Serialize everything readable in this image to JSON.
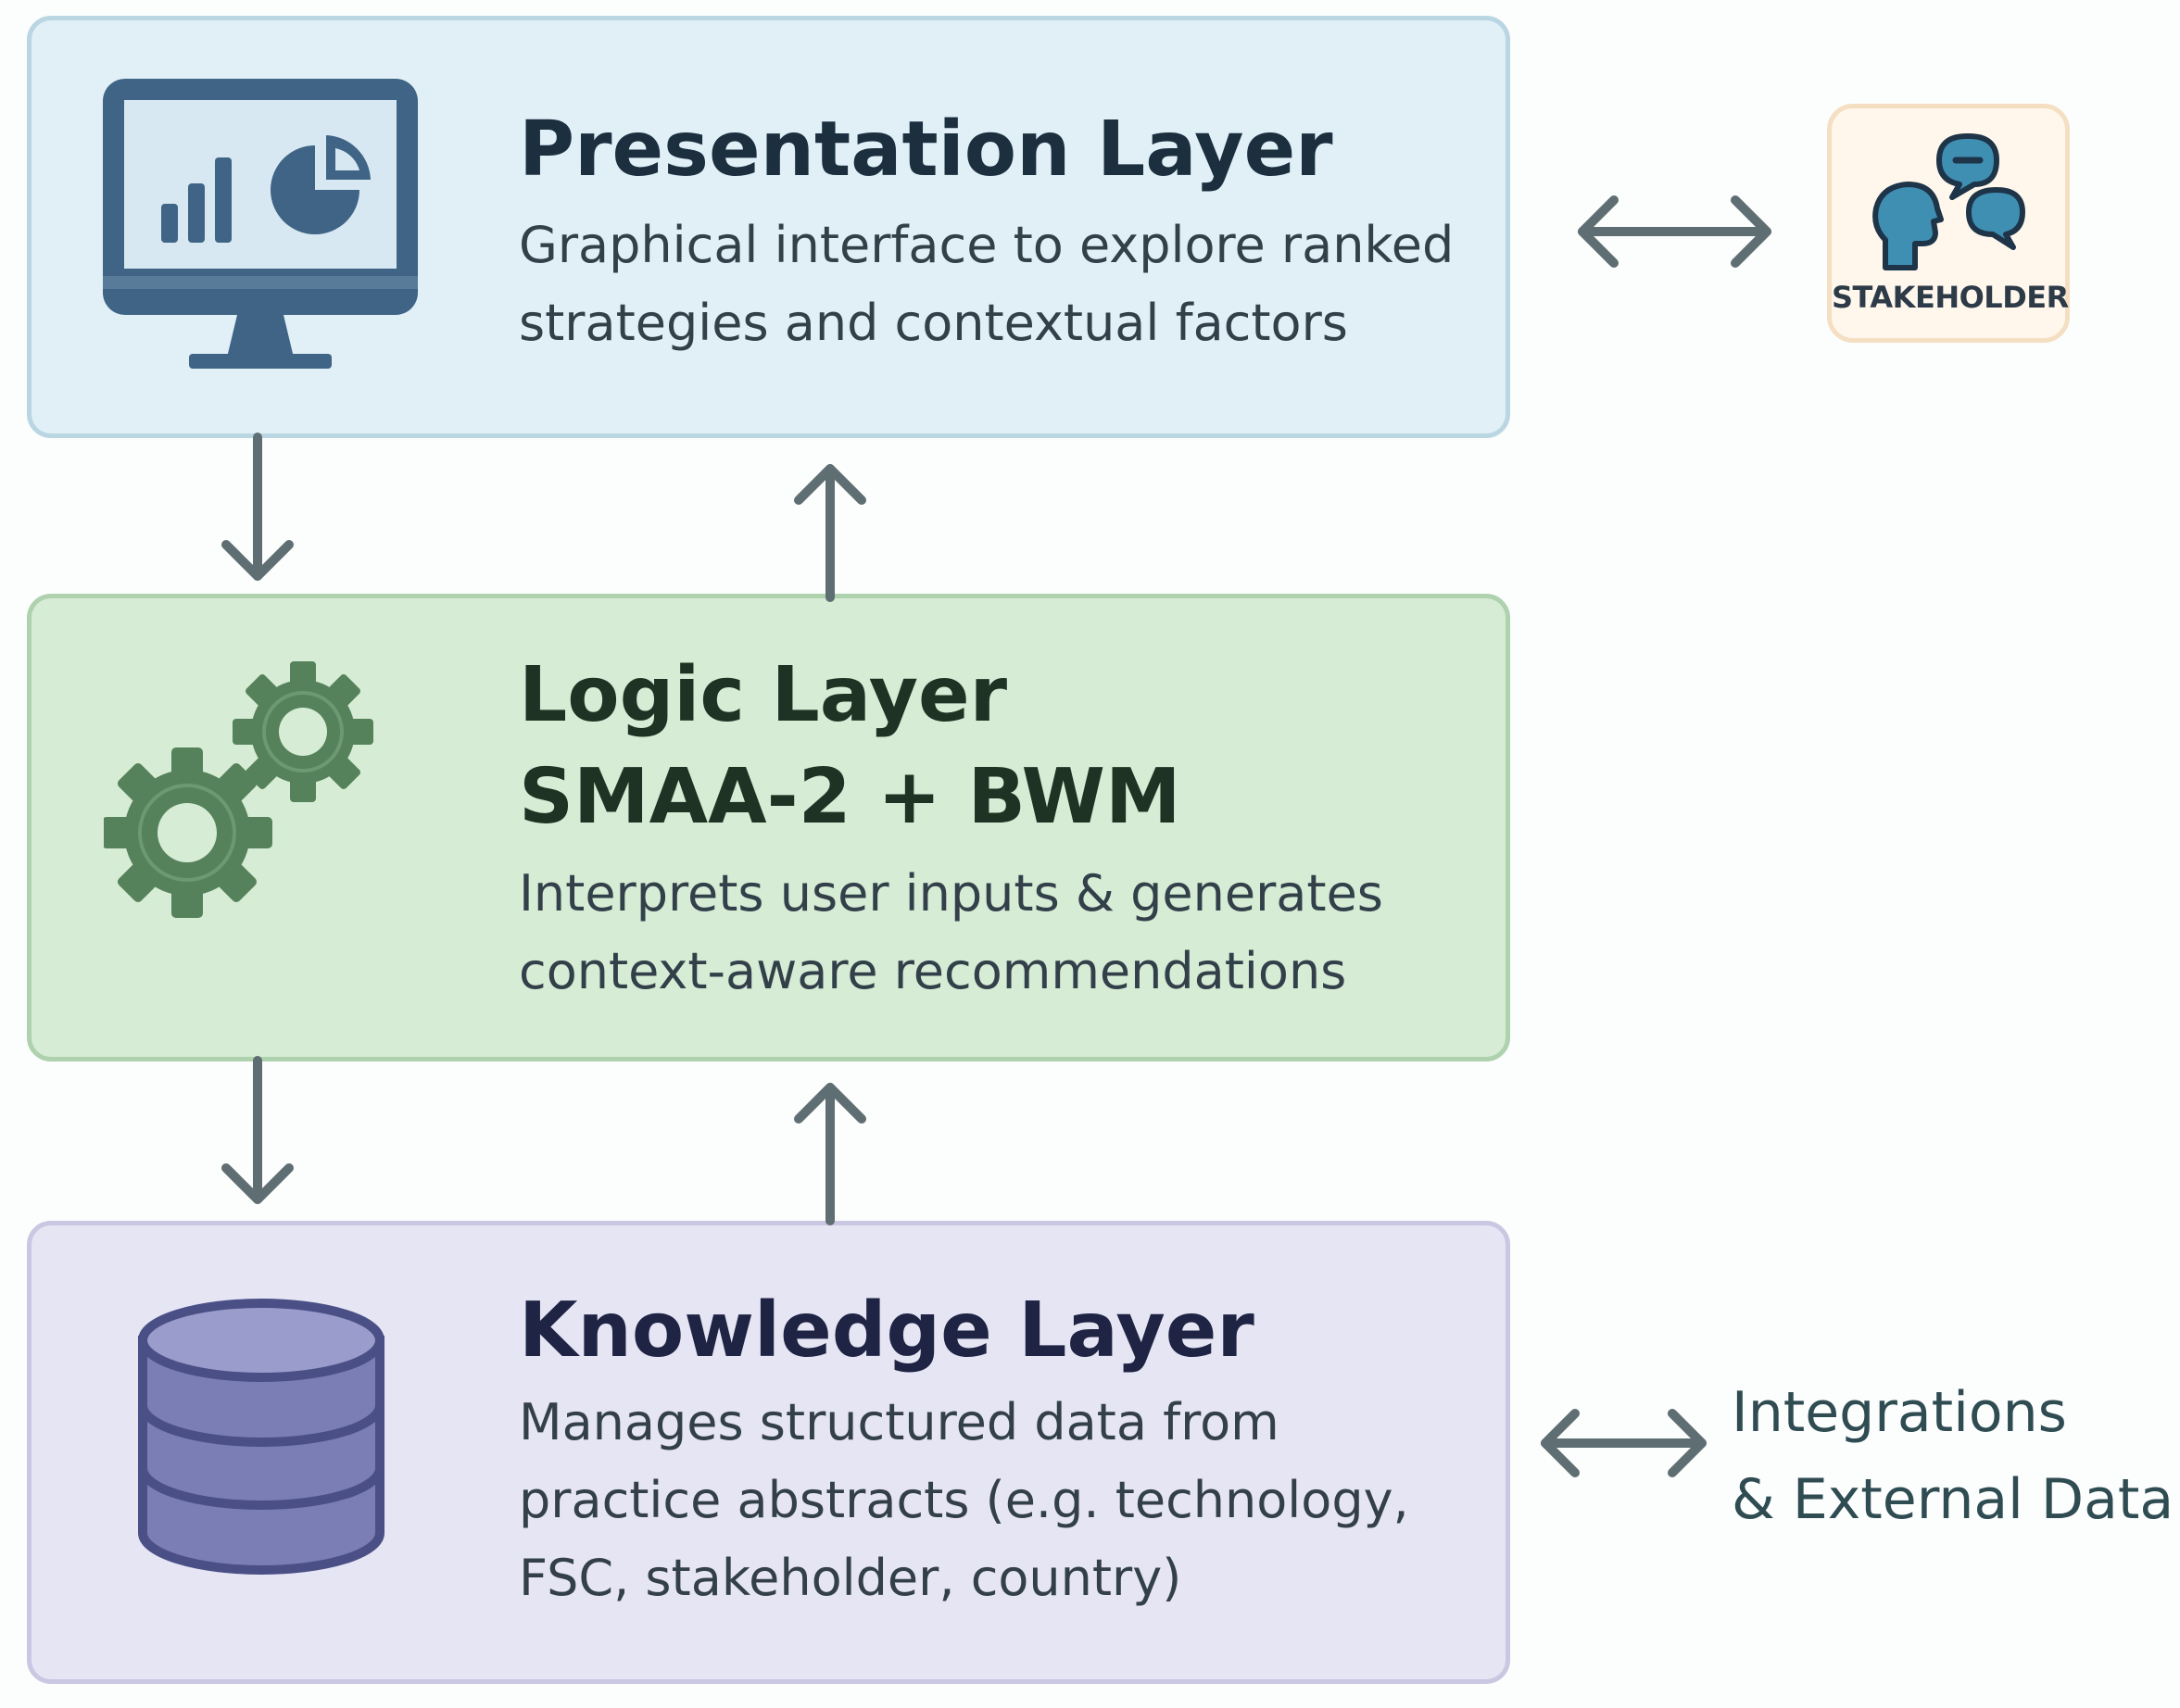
{
  "layers": {
    "presentation": {
      "title": "Presentation Layer",
      "description_line1": "Graphical interface to explore ranked",
      "description_line2": "strategies and contextual factors",
      "icon": "monitor-chart-icon"
    },
    "logic": {
      "title_line1": "Logic Layer",
      "title_line2": "SMAA-2 + BWM",
      "description_line1": "Interprets user inputs & generates",
      "description_line2": "context-aware recommendations",
      "icon": "gears-icon"
    },
    "knowledge": {
      "title": "Knowledge Layer",
      "description_line1": "Manages structured data from",
      "description_line2": "practice abstracts (e.g. technology,",
      "description_line3": "FSC, stakeholder, country)",
      "icon": "database-icon"
    }
  },
  "stakeholder": {
    "label": "STAKEHOLDER",
    "icon": "stakeholder-dialogue-icon"
  },
  "external": {
    "line1": "Integrations",
    "line2": "& External Data"
  },
  "colors": {
    "presentation_fill": "#e1f0f7",
    "logic_fill": "#d6ecd5",
    "knowledge_fill": "#e6e5f4",
    "arrow": "#5f6e72",
    "stakeholder_fill": "#fff7ec"
  }
}
